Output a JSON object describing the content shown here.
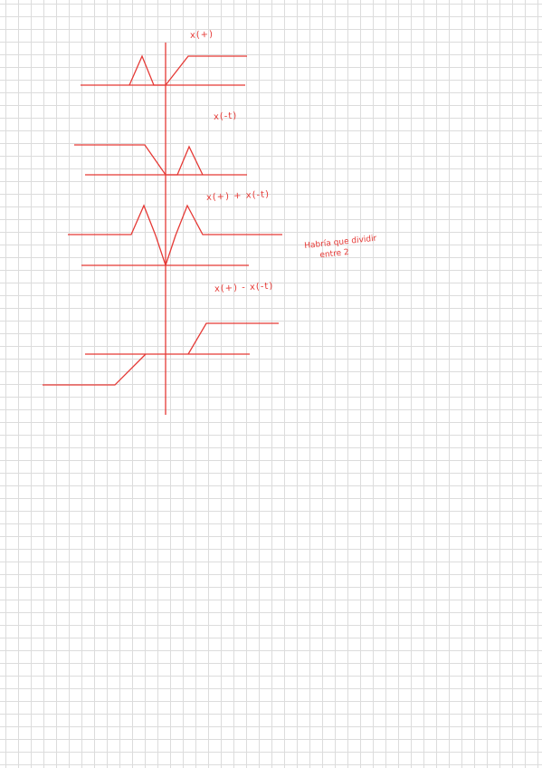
{
  "colors": {
    "ink": "#e53935",
    "grid": "#dcdcdc",
    "paper": "#ffffff"
  },
  "labels": {
    "signal_x_t": "x(+)",
    "signal_x_neg_t": "x(-t)",
    "signal_sum": "x(+) + x(-t)",
    "signal_diff": "x(+) - x(-t)"
  },
  "note": {
    "line1": "Habría que dividir",
    "line2": "entre 2"
  }
}
